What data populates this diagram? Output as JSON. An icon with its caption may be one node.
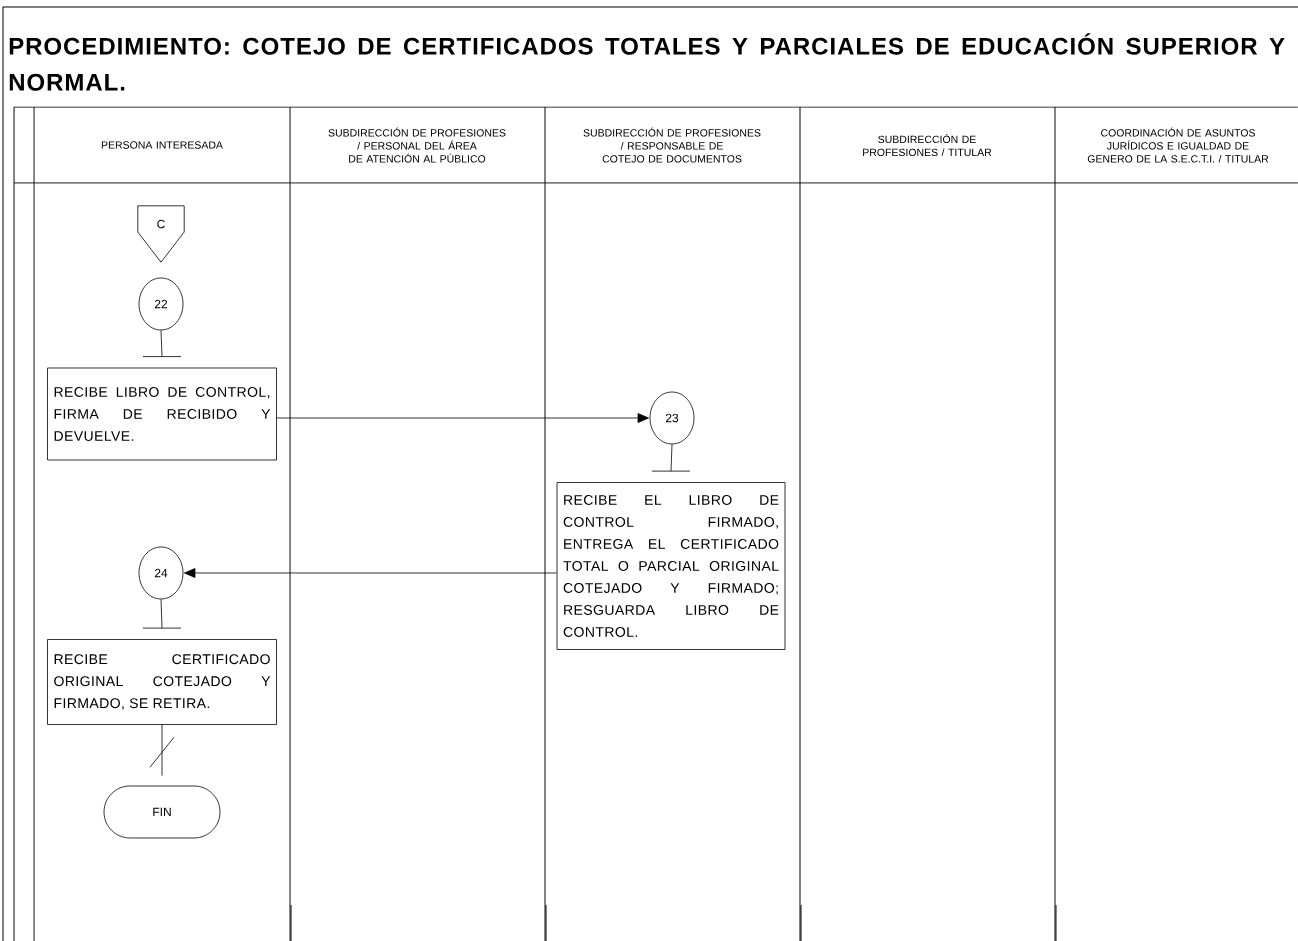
{
  "diagram": {
    "title": "PROCEDIMIENTO: COTEJO DE CERTIFICADOS TOTALES Y PARCIALES DE EDUCACIÓN SUPERIOR Y NORMAL.",
    "nodes": [
      {
        "text": [
          "PERSONA INTERESADA"
        ]
      },
      {
        "text": [
          "SUBDIRECCIÓN DE PROFESIONES / PERSONAL DEL ÁREA DE ATENCIÓN AL PÚBLICO"
        ]
      },
      {
        "text": [
          "SUBDIRECCIÓN DE PROFESIONES / RESPONSABLE DE COTEJO DE DOCUMENTOS"
        ]
      },
      {
        "text": [
          "SUBDIRECCIÓN DE PROFESIONES / TITULAR"
        ]
      },
      {
        "text": [
          "COORDINACIÓN DE ASUNTOS JURÍDICOS E IGUALDAD DE GENERO DE LA S.E.C.T.I. / TITULAR"
        ]
      },
      {
        "text": [
          "C"
        ]
      },
      {
        "text": [
          "22"
        ]
      },
      {
        "text": [
          "RECIBE LIBRO DE CONTROL, FIRMA DE RECIBIDO Y DEVUELVE."
        ]
      },
      {
        "text": [
          "23"
        ]
      },
      {
        "text": [
          "RECIBE EL LIBRO DE CONTROL FIRMADO, ENTREGA EL CERTIFICADO TOTAL O PARCIAL ORIGINAL COTEJADO Y FIRMADO; RESGUARDA LIBRO DE CONTROL."
        ]
      },
      {
        "text": [
          "24"
        ]
      },
      {
        "text": [
          "RECIBE CERTIFICADO ORIGINAL COTEJADO Y FIRMADO, SE RETIRA."
        ]
      },
      {
        "text": [
          "FIN"
        ]
      }
    ],
    "edges": [
      {
        "from": 6,
        "to": 7,
        "arrow": "none"
      },
      {
        "from": 7,
        "to": 8,
        "arrow": "to"
      },
      {
        "from": 8,
        "to": 9,
        "arrow": "none"
      },
      {
        "from": 9,
        "to": 10,
        "arrow": "to"
      },
      {
        "from": 10,
        "to": 11,
        "arrow": "none"
      },
      {
        "from": 11,
        "to": 12,
        "arrow": "none"
      }
    ]
  }
}
